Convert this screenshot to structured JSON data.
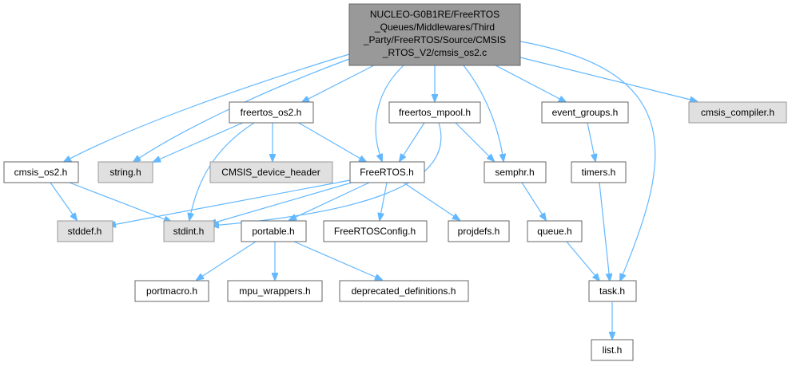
{
  "colors": {
    "edge": "#63b8ff",
    "root_fill": "#999999",
    "external_fill": "#e0e0e0",
    "node_fill": "#ffffff",
    "node_border": "#666666"
  },
  "nodes": {
    "root": {
      "lines": [
        "NUCLEO-G0B1RE/FreeRTOS",
        "_Queues/Middlewares/Third",
        "_Party/FreeRTOS/Source/CMSIS",
        "_RTOS_V2/cmsis_os2.c"
      ]
    },
    "cmsis_os2_h": {
      "label": "cmsis_os2.h"
    },
    "string_h": {
      "label": "string.h"
    },
    "freertos_os2_h": {
      "label": "freertos_os2.h"
    },
    "freertos_mpool_h": {
      "label": "freertos_mpool.h"
    },
    "event_groups_h": {
      "label": "event_groups.h"
    },
    "cmsis_compiler_h": {
      "label": "cmsis_compiler.h"
    },
    "cmsis_device_header": {
      "label": "CMSIS_device_header"
    },
    "freertos_h": {
      "label": "FreeRTOS.h"
    },
    "semphr_h": {
      "label": "semphr.h"
    },
    "timers_h": {
      "label": "timers.h"
    },
    "stddef_h": {
      "label": "stddef.h"
    },
    "stdint_h": {
      "label": "stdint.h"
    },
    "portable_h": {
      "label": "portable.h"
    },
    "freertosconfig_h": {
      "label": "FreeRTOSConfig.h"
    },
    "projdefs_h": {
      "label": "projdefs.h"
    },
    "queue_h": {
      "label": "queue.h"
    },
    "portmacro_h": {
      "label": "portmacro.h"
    },
    "mpu_wrappers_h": {
      "label": "mpu_wrappers.h"
    },
    "deprecated_definitions_h": {
      "label": "deprecated_definitions.h"
    },
    "task_h": {
      "label": "task.h"
    },
    "list_h": {
      "label": "list.h"
    }
  }
}
